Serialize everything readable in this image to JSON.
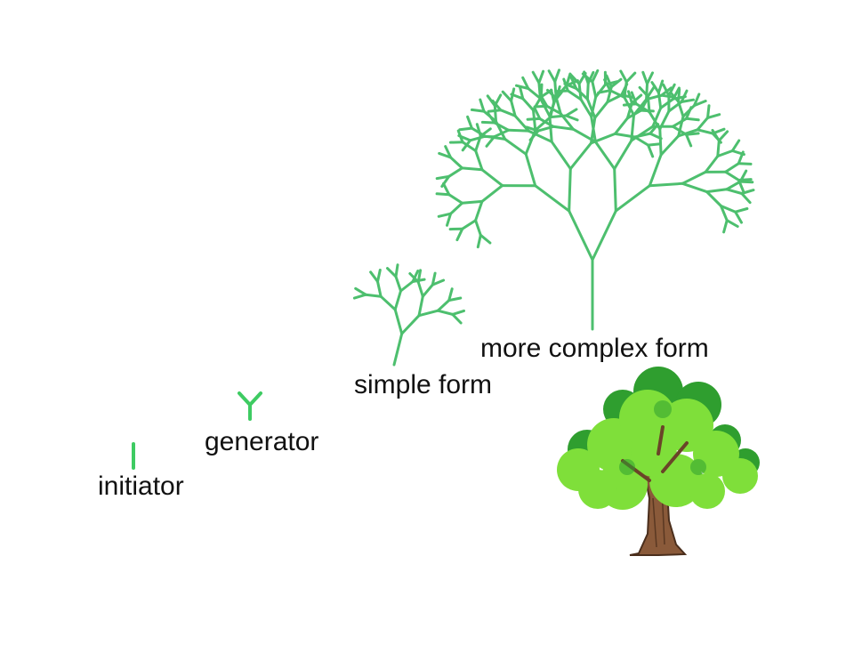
{
  "labels": {
    "initiator": "initiator",
    "generator": "generator",
    "simple_form": "simple form",
    "complex_form": "more complex form"
  },
  "colors": {
    "branch": "#4dbf6e",
    "bright_branch": "#3ecb62",
    "text": "#111111",
    "foliage_dark": "#2f9e2f",
    "foliage_light": "#7fdf3a",
    "trunk": "#8a5a3a"
  },
  "stages": [
    {
      "name": "initiator",
      "depth": 0
    },
    {
      "name": "generator",
      "depth": 1
    },
    {
      "name": "simple form",
      "depth": 4
    },
    {
      "name": "more complex form",
      "depth": 7
    }
  ]
}
